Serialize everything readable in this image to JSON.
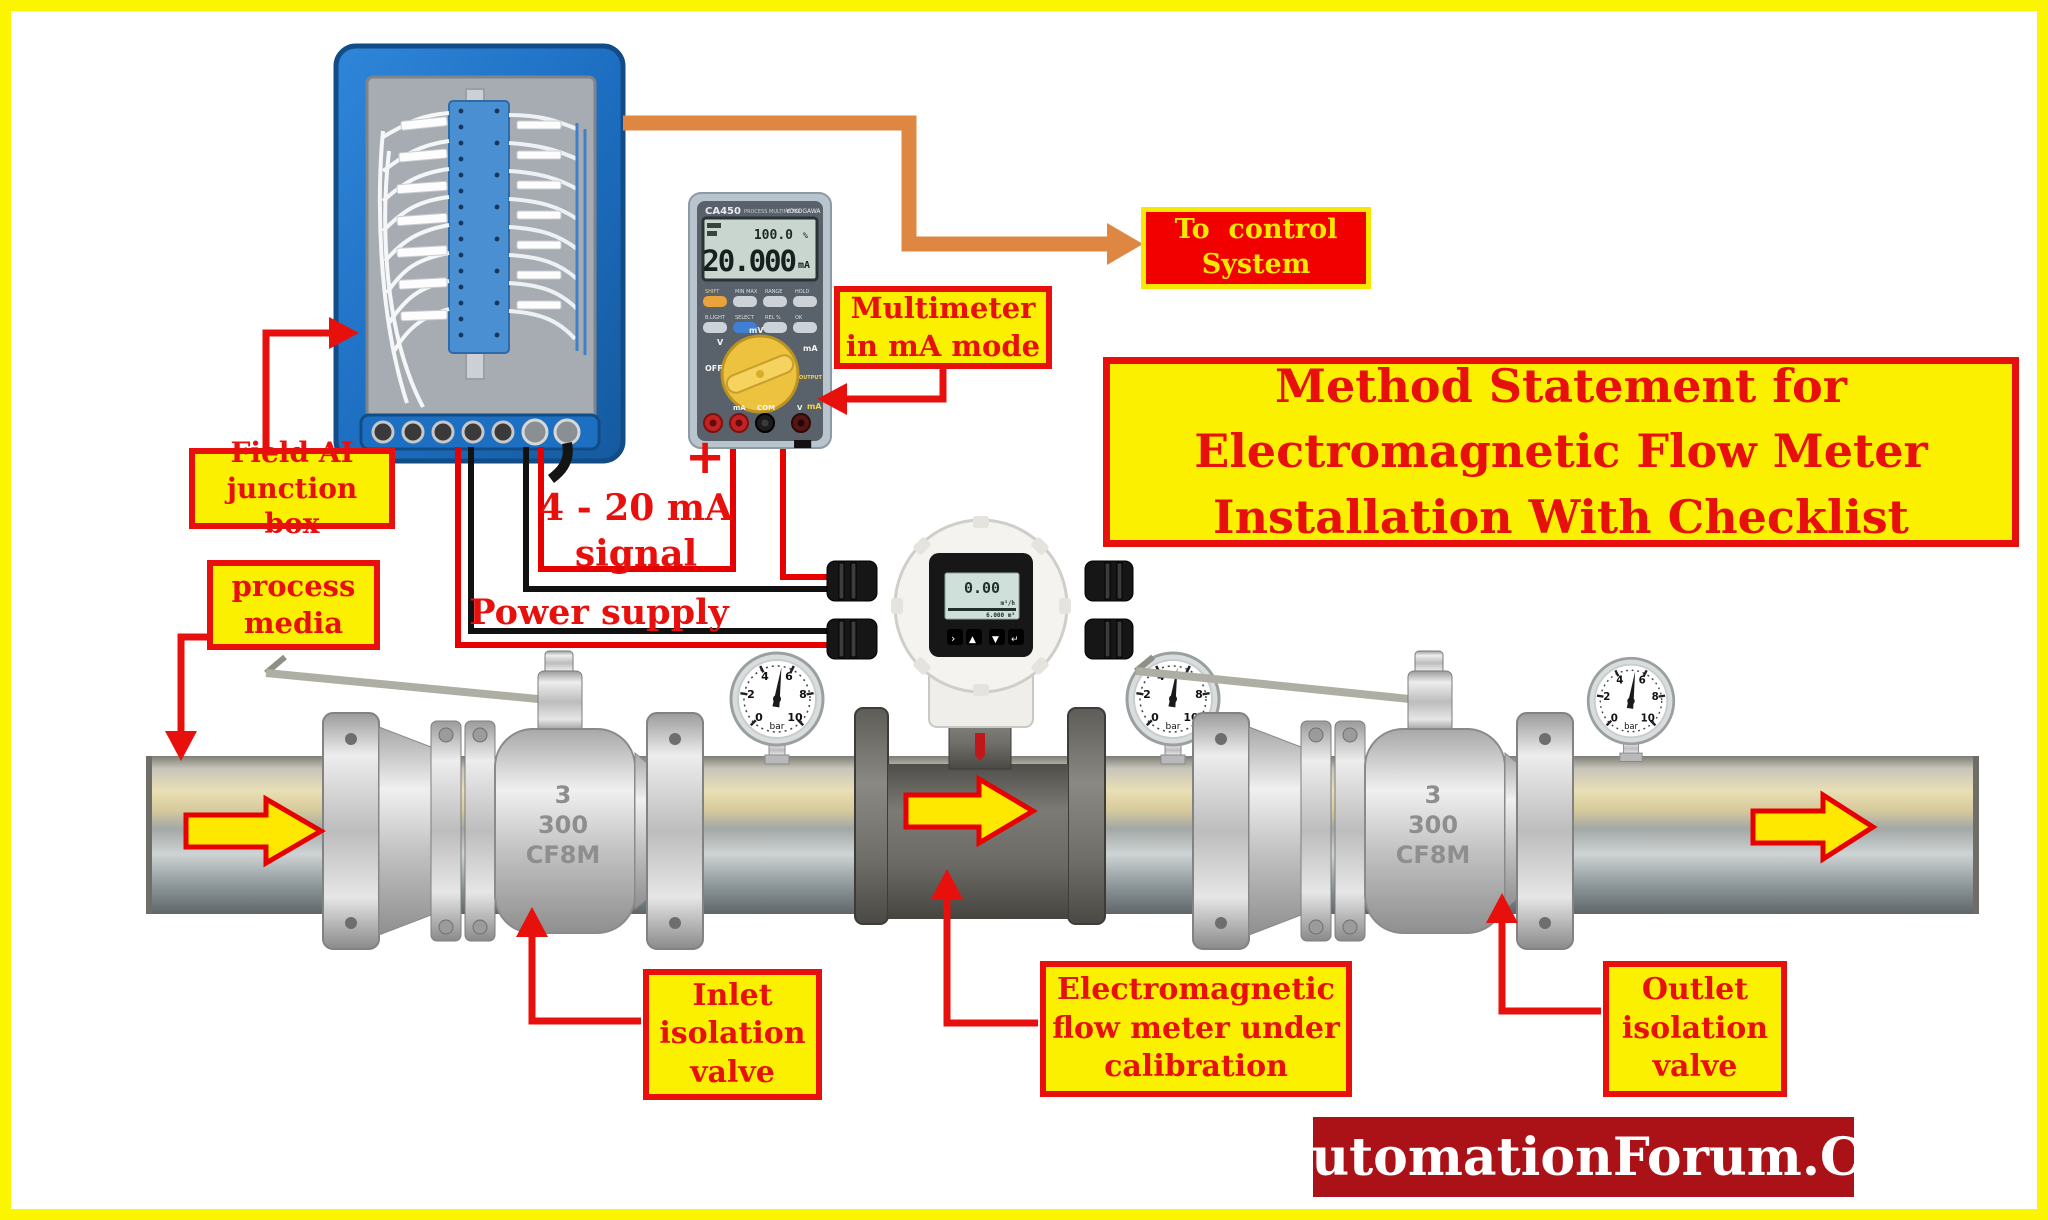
{
  "frame": {
    "border_color": "#fbf600",
    "background": "#ffffff"
  },
  "title_box": {
    "lines": [
      "Method Statement for",
      "Electromagnetic Flow Meter",
      "Installation With Checklist"
    ],
    "bg": "#fbf000",
    "color": "#e8100c"
  },
  "callouts": {
    "to_control_system": {
      "lines": [
        "To  control",
        "System"
      ],
      "bg": "#f20000",
      "color": "#f6e800"
    },
    "multimeter_mode": {
      "lines": [
        "Multimeter",
        "in mA mode"
      ]
    },
    "field_junction_box": {
      "lines": [
        "Field AI",
        "junction box"
      ]
    },
    "process_media": {
      "lines": [
        "process",
        "media"
      ]
    },
    "signal_4_20ma": {
      "lines": [
        "4 - 20 mA",
        "signal"
      ]
    },
    "power_supply": {
      "text": "Power supply"
    },
    "polarity_plus": "+",
    "polarity_minus": "-",
    "inlet_valve": {
      "lines": [
        "Inlet",
        "isolation",
        "valve"
      ]
    },
    "em_flow_meter": {
      "lines": [
        "Electromagnetic",
        "flow meter under",
        "calibration"
      ]
    },
    "outlet_valve": {
      "lines": [
        "Outlet",
        "isolation",
        "valve"
      ]
    }
  },
  "branding": {
    "text": "AutomationForum.Co",
    "bg": "#ab1218",
    "color": "#ffffff"
  },
  "multimeter": {
    "model": "CA450",
    "type_label": "PROCESS MULTIMETER",
    "maker": "YOKOGAWA",
    "lcd": {
      "main": "20.000",
      "main_unit": "mA",
      "sub": "100.0",
      "sub_unit": "%"
    },
    "buttons_row1": [
      "SHIFT",
      "MIN MAX",
      "RANGE",
      "HOLD"
    ],
    "buttons_row2": [
      "B.LIGHT",
      "SELECT",
      "REL %",
      "OK"
    ],
    "dial_labels": {
      "off": "OFF",
      "v": "V",
      "mv": "mV",
      "ma_top": "mA",
      "ma_bottom": "mA",
      "output": "OUTPUT"
    },
    "terminal_labels": [
      "mA",
      "COM",
      "V"
    ]
  },
  "transmitter_display": {
    "value": "0.00",
    "unit": "m³/h",
    "total": "6.000 m³"
  },
  "valve_markings": [
    "3",
    "300",
    "CF8M"
  ],
  "gauge": {
    "ticks": [
      "0",
      "2",
      "4",
      "6",
      "8",
      "10"
    ],
    "unit": "bar",
    "value": 5.3
  },
  "colors": {
    "wire_red": "#e60000",
    "wire_black": "#111111",
    "orange_arrow": "#dd8742",
    "flow_arrow_fill": "#ffe800",
    "flow_arrow_stroke": "#e60000"
  }
}
